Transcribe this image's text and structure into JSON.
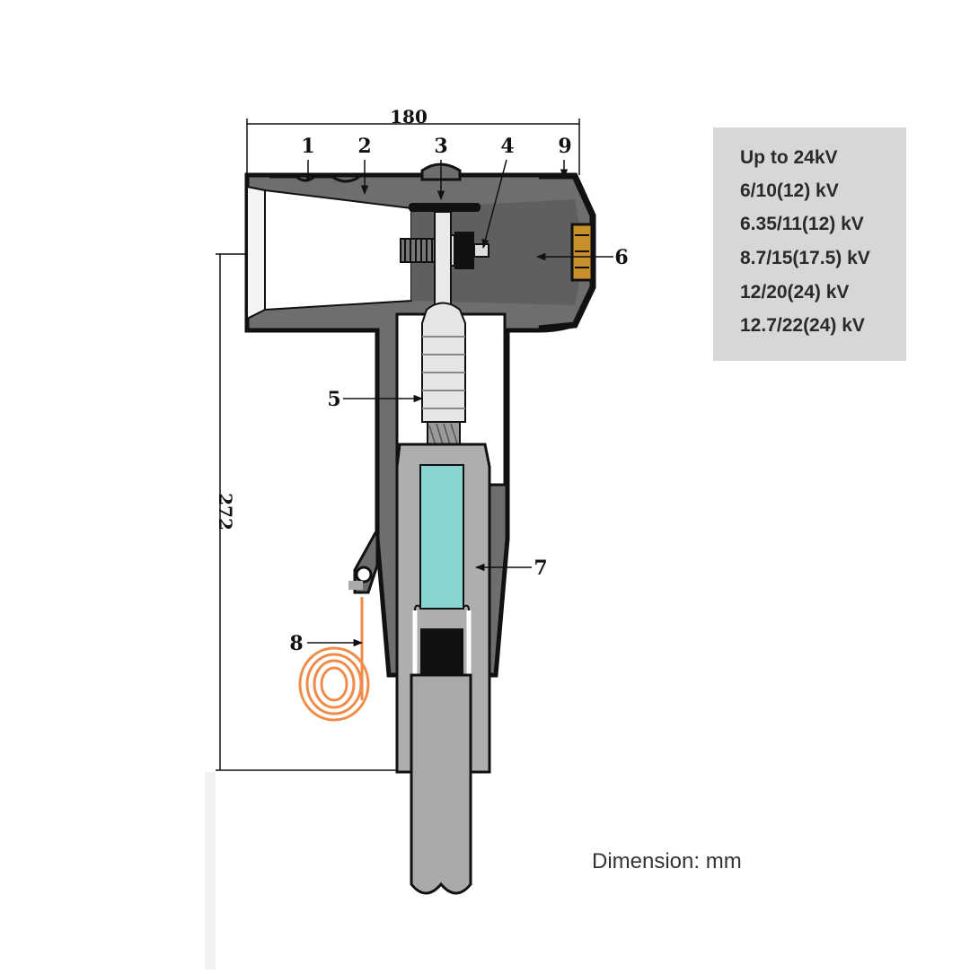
{
  "diagram": {
    "dimensions": {
      "width": "180",
      "height": "272"
    },
    "callouts": [
      "1",
      "2",
      "3",
      "4",
      "5",
      "6",
      "7",
      "8",
      "9"
    ]
  },
  "specs": {
    "lines": [
      "Up to 24kV",
      "6/10(12) kV",
      "6.35/11(12) kV",
      "8.7/15(17.5) kV",
      "12/20(24) kV",
      "12.7/22(24) kV"
    ]
  },
  "caption": "Dimension: mm",
  "colors": {
    "body": "#6d6e70",
    "outline": "#111111",
    "light_gray": "#aeaeae",
    "insulation": "#87d6cf",
    "earth_wire": "#f08c4a",
    "contact_cap": "#c8902a",
    "panel": "#d7d7d7"
  }
}
